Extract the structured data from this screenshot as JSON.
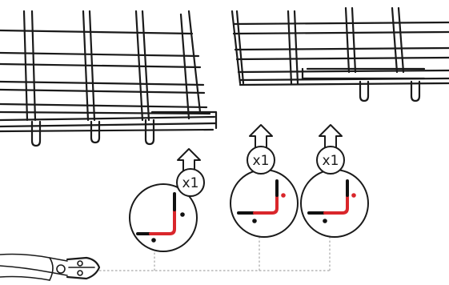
{
  "steps": [
    {
      "quantity": "x1"
    },
    {
      "quantity": "x1"
    },
    {
      "quantity": "x1"
    }
  ],
  "colors": {
    "line": "#1a1a1a",
    "cut_wire": "#d9262b",
    "guide": "#b5b5b5"
  },
  "icons": [
    "dish-rack-left",
    "dish-rack-right",
    "up-arrow-icon",
    "wire-detail-callout",
    "bolt-cutter-icon"
  ]
}
